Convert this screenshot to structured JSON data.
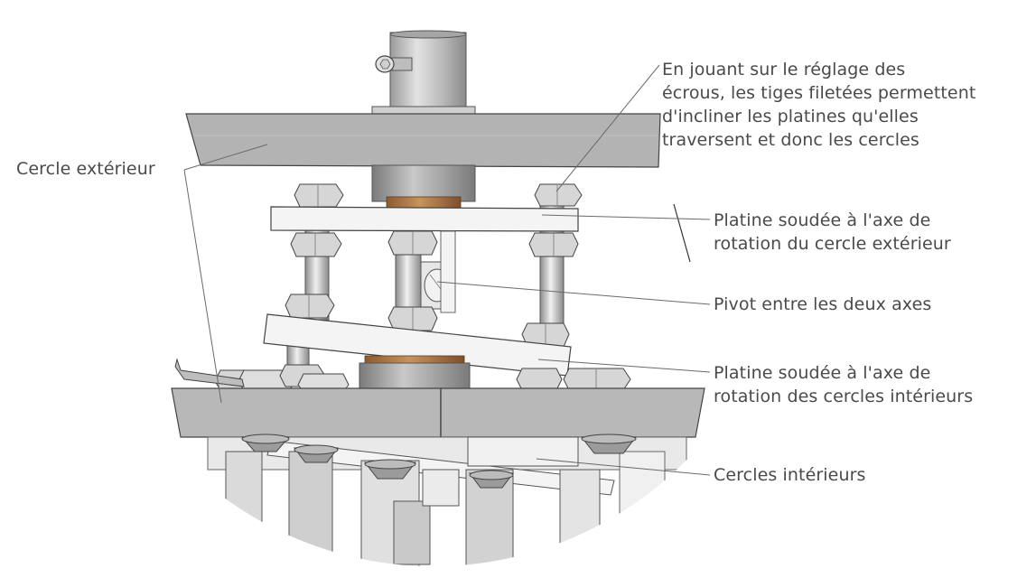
{
  "labels": {
    "outer_circle": "Cercle extérieur",
    "adjustment_note": {
      "line1": "En jouant sur le réglage des",
      "line2": "écrous, les tiges filetées permettent",
      "line3": "d'incliner les platines qu'elles",
      "line4": "traversent et donc les cercles"
    },
    "upper_plate": {
      "line1": "Platine soudée à l'axe de",
      "line2": "rotation du cercle extérieur"
    },
    "pivot": "Pivot entre les deux axes",
    "lower_plate": {
      "line1": "Platine soudée à l'axe de",
      "line2": "rotation des cercles intérieurs"
    },
    "inner_circles": "Cercles intérieurs"
  },
  "colors": {
    "text": "#4a4a4a",
    "leader_line": "#6a6a6a",
    "metal_dark": "#8c8c8c",
    "metal_mid": "#b4b4b4",
    "metal_light": "#d9d9d9",
    "plate_face": "#f2f2f2",
    "bronze": "#b07a48"
  }
}
